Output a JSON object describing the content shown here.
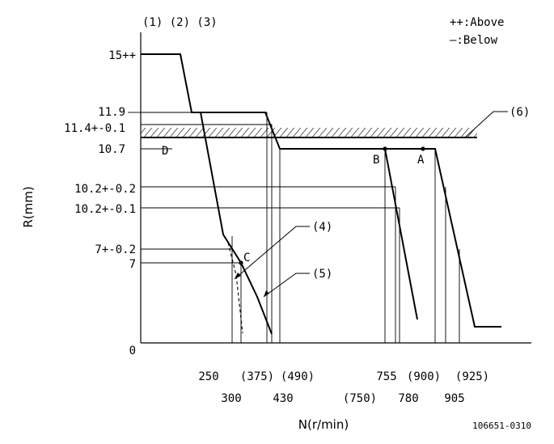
{
  "header": {
    "tags": "(1) (2) (3)",
    "legend_above": "++:Above",
    "legend_below": "—:Below"
  },
  "axes": {
    "y_title": "R(mm)",
    "x_title": "N(r/min)"
  },
  "y_labels": {
    "v15": "15++",
    "v119": "11.9",
    "v114": "11.4+-0.1",
    "v107": "10.7",
    "v102a": "10.2+-0.2",
    "v102b": "10.2+-0.1",
    "v7a": "7+-0.2",
    "v7": "7",
    "v0": "0"
  },
  "x_labels": {
    "n250": "250",
    "n300": "300",
    "n375": "(375)",
    "n430": "430",
    "n490": "(490)",
    "n750": "(750)",
    "n755": "755",
    "n780": "780",
    "n900": "(900)",
    "n905": "905",
    "n925": "(925)"
  },
  "callouts": {
    "c4": "(4)",
    "c5": "(5)",
    "c6": "(6)"
  },
  "points": {
    "A": "A",
    "B": "B",
    "C": "C",
    "D": "D"
  },
  "footer": {
    "code": "106651-0310"
  }
}
